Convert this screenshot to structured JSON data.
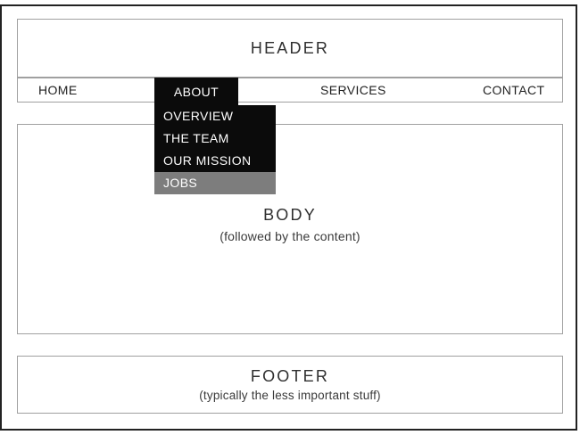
{
  "header": {
    "title": "HEADER"
  },
  "nav": {
    "items": [
      {
        "label": "HOME"
      },
      {
        "label": "ABOUT",
        "state": "active"
      },
      {
        "label": "SERVICES"
      },
      {
        "label": "CONTACT"
      }
    ]
  },
  "dropdown": {
    "items": [
      {
        "label": "OVERVIEW"
      },
      {
        "label": "THE TEAM"
      },
      {
        "label": "OUR MISSION"
      },
      {
        "label": "JOBS",
        "state": "highlighted"
      }
    ]
  },
  "body": {
    "title": "BODY",
    "subtitle": "(followed by the content)"
  },
  "footer": {
    "title": "FOOTER",
    "subtitle": "(typically the less important stuff)"
  },
  "colors": {
    "frame": "#222222",
    "box_border": "#a0a0a0",
    "menu_black": "#0b0b0b",
    "menu_highlight_gray": "#7d7d7d",
    "title_text": "#2f2f2f",
    "menu_text": "#ffffff"
  }
}
